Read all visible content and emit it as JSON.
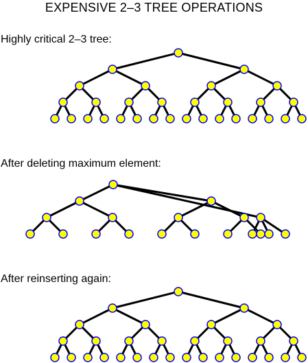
{
  "title": "EXPENSIVE 2–3 TREE OPERATIONS",
  "colors": {
    "node_fill": "#ffff00",
    "node_stroke": "#0000ff",
    "edge": "#000000"
  },
  "panels": [
    {
      "caption": "Highly critical 2–3 tree:",
      "arity": [
        2,
        2,
        2,
        2
      ]
    },
    {
      "caption": "After deleting maximum element:",
      "arity": [
        3,
        2,
        2,
        2
      ]
    },
    {
      "caption": "After reinserting again:",
      "arity": [
        2,
        2,
        2,
        2
      ]
    }
  ]
}
